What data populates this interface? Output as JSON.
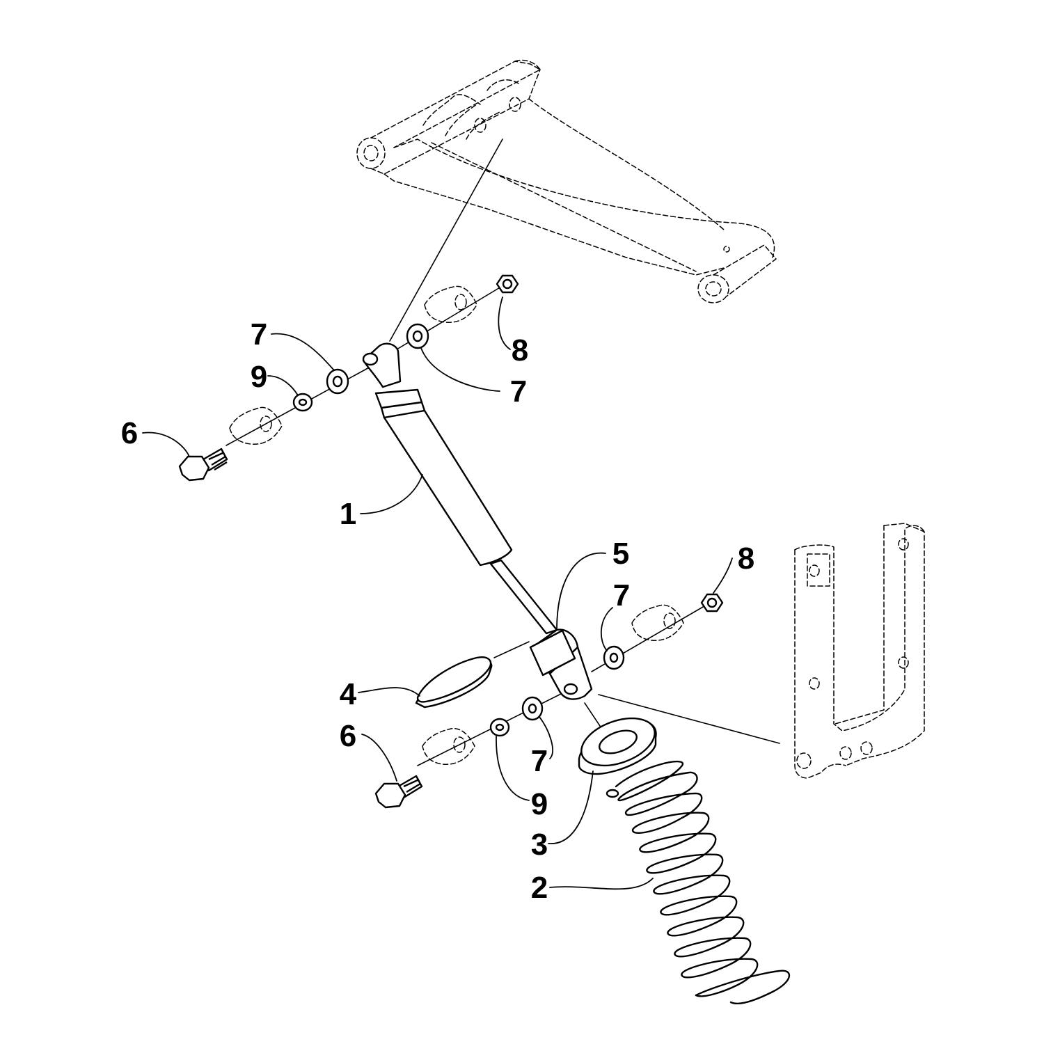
{
  "callouts": {
    "shock_absorber": "1",
    "spring": "2",
    "spring_seat_bottom": "3",
    "spring_seat_top": "4",
    "bushing": "5",
    "bolt_upper": "6",
    "bolt_lower": "6",
    "washer_upper_left": "7",
    "washer_upper_right": "7",
    "washer_lower_right": "7",
    "washer_lower_left": "7",
    "nut_upper": "8",
    "nut_lower": "8",
    "flat_washer_upper": "9",
    "flat_washer_lower": "9"
  },
  "icons": {
    "reference_parts": [
      "a-arm-icon",
      "mounting-bracket-icon"
    ]
  }
}
